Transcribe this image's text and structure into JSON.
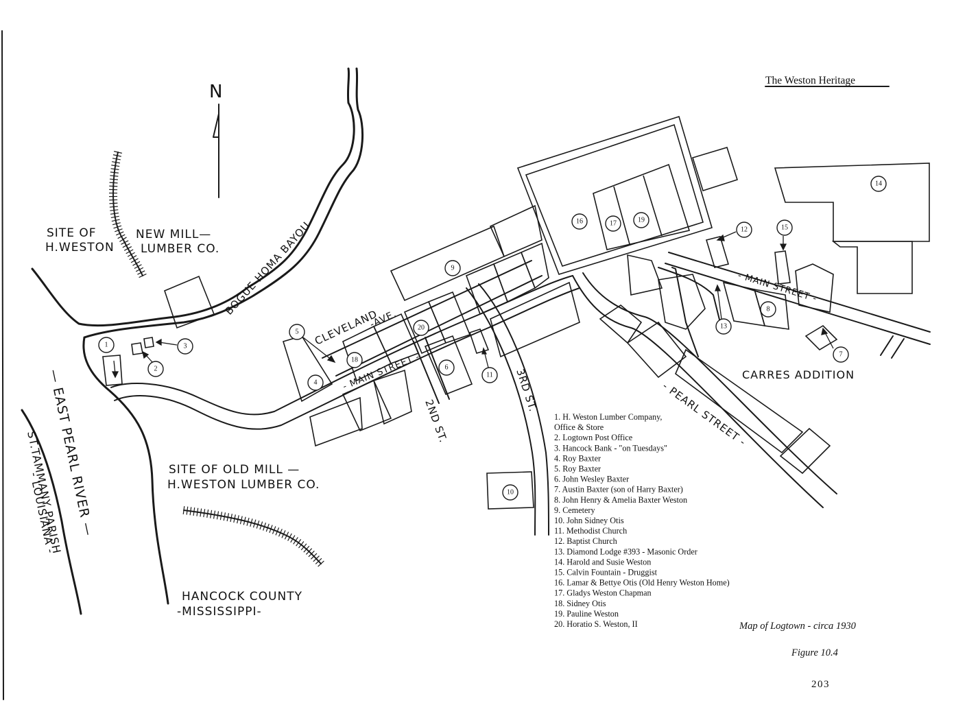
{
  "header": {
    "title": "The Weston Heritage"
  },
  "north": {
    "label": "N"
  },
  "labels": {
    "new_mill_1": "SITE OF",
    "new_mill_2": "H.WESTON",
    "new_mill_3": "NEW MILL—",
    "new_mill_4": "LUMBER CO.",
    "bayou": "BOGUE HOMA BAYOU",
    "cleveland": "CLEVELAND",
    "ave": "-AVE.",
    "main_street_west": "- MAIN STREET -",
    "main_street_east": "- MAIN STREET -",
    "second_st": "2ND ST.",
    "third_st": "3RD ST.",
    "pearl_street": "- PEARL STREET -",
    "carres": "CARRES ADDITION",
    "old_mill_1": "SITE OF OLD MILL —",
    "old_mill_2": "H.WESTON LUMBER CO.",
    "east_pearl": "— EAST PEARL RIVER —",
    "st_tammany": "ST.TAMMANY PARISH",
    "louisiana": "- LOUISIANA -",
    "hancock_1": "HANCOCK COUNTY",
    "hancock_2": "-MISSISSIPPI-"
  },
  "markers": [
    "1",
    "2",
    "3",
    "4",
    "5",
    "6",
    "7",
    "8",
    "9",
    "10",
    "11",
    "12",
    "13",
    "14",
    "15",
    "16",
    "17",
    "19",
    "18",
    "20"
  ],
  "legend": [
    "1.  H. Weston Lumber Company,",
    "      Office & Store",
    "2.  Logtown Post Office",
    "3.  Hancock Bank - \"on Tuesdays\"",
    "4.  Roy Baxter",
    "5.  Roy Baxter",
    "6.  John Wesley Baxter",
    "7.  Austin Baxter (son of Harry Baxter)",
    "8.  John Henry & Amelia Baxter Weston",
    "9.  Cemetery",
    "10. John Sidney Otis",
    "11. Methodist Church",
    "12. Baptist Church",
    "13. Diamond Lodge #393 - Masonic Order",
    "14. Harold and Susie Weston",
    "15. Calvin Fountain - Druggist",
    "16. Lamar & Bettye Otis (Old Henry Weston Home)",
    "17. Gladys Weston Chapman",
    "18. Sidney Otis",
    "19. Pauline Weston",
    "20. Horatio S. Weston, II"
  ],
  "caption": "Map of Logtown - circa 1930",
  "figure": "Figure 10.4",
  "page_number": "203"
}
